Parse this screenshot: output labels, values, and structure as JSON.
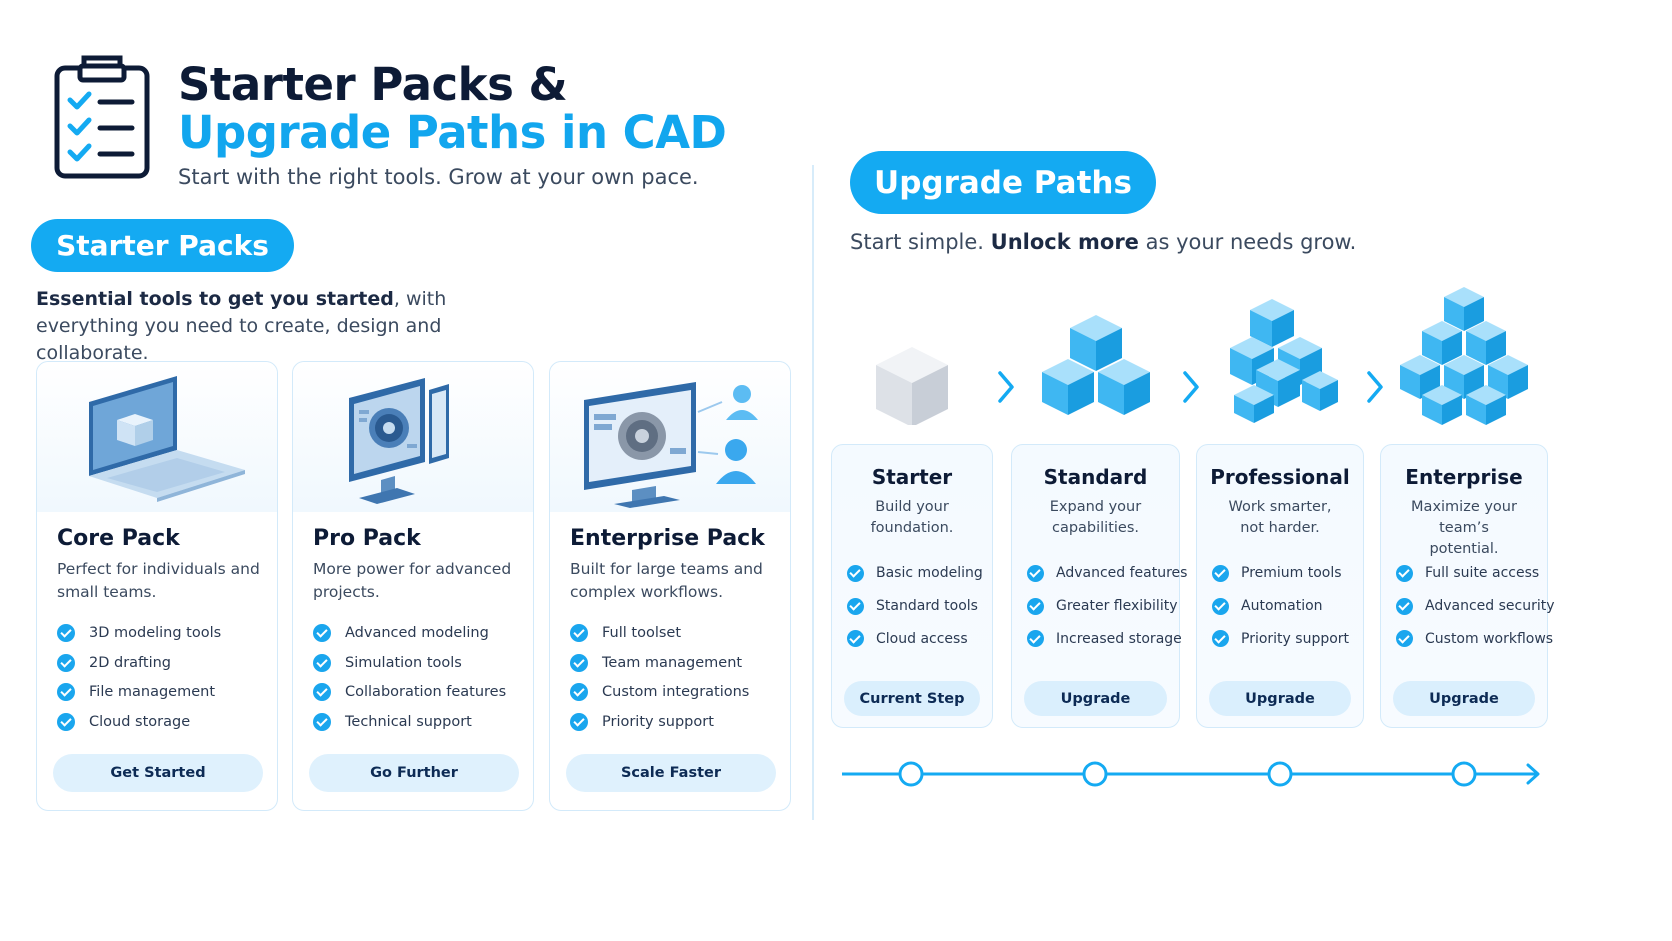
{
  "header": {
    "title_line1": "Starter Packs &",
    "title_line2": "Upgrade Paths in CAD",
    "subtitle": "Start with the right tools. Grow at your own pace."
  },
  "starter_section": {
    "pill_label": "Starter Packs",
    "intro_part1": "Essential tools to get you started",
    "intro_part2": ", with everything you need to create, design and collaborate."
  },
  "upgrade_section": {
    "pill_label": "Upgrade Paths",
    "intro_part1": "Start simple. ",
    "intro_bold": "Unlock more",
    "intro_part2": " as your needs grow."
  },
  "packs": [
    {
      "title": "Core Pack",
      "description": "Perfect for individuals and small teams.",
      "features": [
        "3D modeling tools",
        "2D drafting",
        "File management",
        "Cloud storage"
      ],
      "button": "Get Started",
      "illustration": "laptop-cube-icon"
    },
    {
      "title": "Pro Pack",
      "description": "More power for advanced projects.",
      "features": [
        "Advanced modeling",
        "Simulation tools",
        "Collaboration features",
        "Technical support"
      ],
      "button": "Go Further",
      "illustration": "monitor-gear-icon"
    },
    {
      "title": "Enterprise Pack",
      "description": "Built for large teams and complex workflows.",
      "features": [
        "Full toolset",
        "Team management",
        "Custom integrations",
        "Priority support"
      ],
      "button": "Scale Faster",
      "illustration": "monitor-team-icon"
    }
  ],
  "tiers": [
    {
      "title": "Starter",
      "description": "Build your foundation.",
      "features": [
        "Basic modeling",
        "Standard tools",
        "Cloud access"
      ],
      "button": "Current Step",
      "cube_count": 1
    },
    {
      "title": "Standard",
      "description": "Expand your capabilities.",
      "features": [
        "Advanced features",
        "Greater flexibility",
        "Increased storage"
      ],
      "button": "Upgrade",
      "cube_count": 3
    },
    {
      "title": "Professional",
      "description": "Work smarter, not harder.",
      "features": [
        "Premium tools",
        "Automation",
        "Priority support"
      ],
      "button": "Upgrade",
      "cube_count": 6
    },
    {
      "title": "Enterprise",
      "description": "Maximize your team’s potential.",
      "features": [
        "Full suite access",
        "Advanced security",
        "Custom workflows"
      ],
      "button": "Upgrade",
      "cube_count": 9
    }
  ],
  "colors": {
    "accent": "#14aaf2",
    "navy": "#0d1b36",
    "soft_blue": "#dff1fd",
    "starter_cube": "#e6e9ee"
  }
}
